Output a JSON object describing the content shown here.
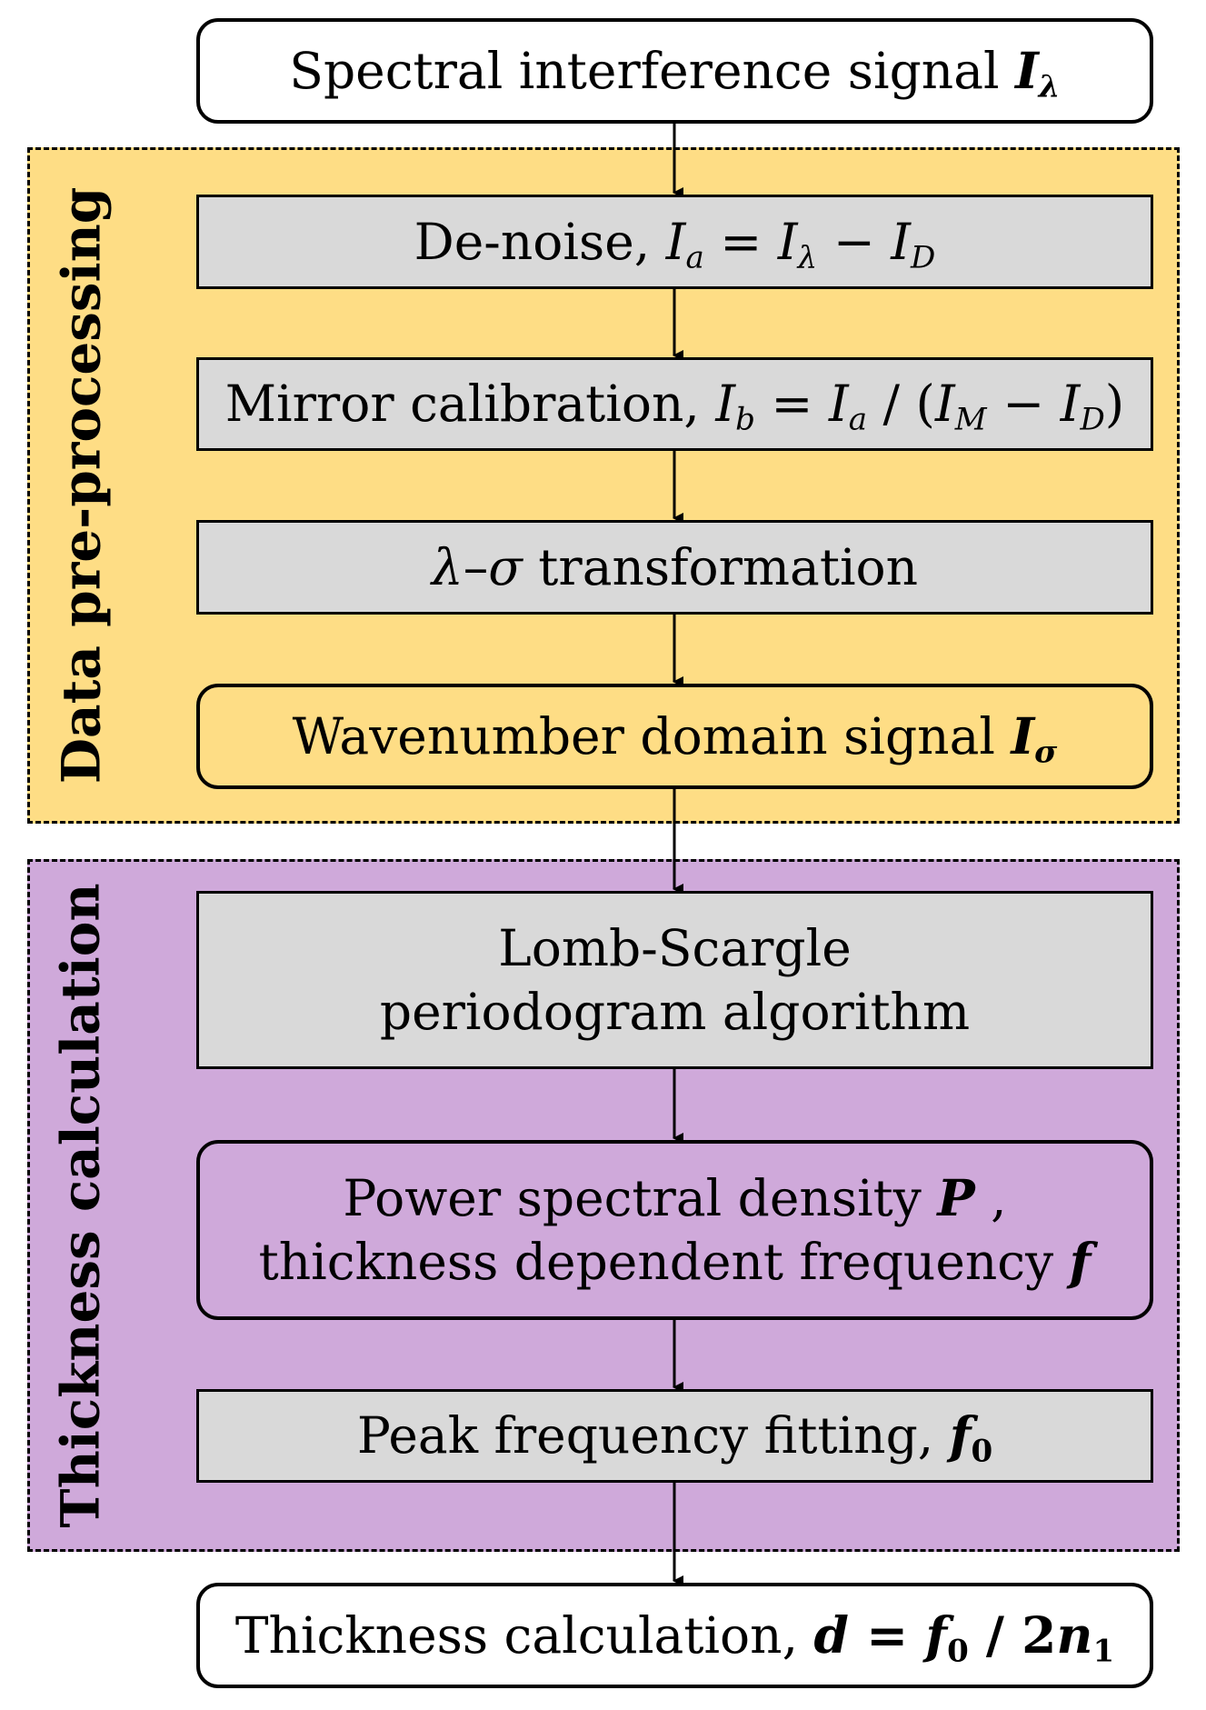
{
  "colors": {
    "preprocessing_bg": "#fedd85",
    "thickness_bg": "#cfa9da",
    "step_box_bg": "#d9d9d9",
    "io_box_bg": "#ffffff",
    "stroke": "#000000"
  },
  "groups": {
    "preprocessing": {
      "label": "Data pre-processing"
    },
    "thickness": {
      "label": "Thickness calculation"
    }
  },
  "nodes": {
    "input": {
      "text": "Spectral interference signal ",
      "symbol": "I",
      "symbol_sub": "λ"
    },
    "denoise": {
      "text": "De-noise, ",
      "lhs": "I",
      "lhs_sub": "a",
      "eq": " = ",
      "term1": "I",
      "term1_sub": "λ",
      "minus": " − ",
      "term2": "I",
      "term2_sub": "D"
    },
    "mirror": {
      "text": "Mirror calibration, ",
      "lhs": "I",
      "lhs_sub": "b",
      "eq": " = ",
      "num": "I",
      "num_sub": "a",
      "div": " / (",
      "d1": "I",
      "d1_sub": "M",
      "minus": " − ",
      "d2": "I",
      "d2_sub": "D",
      "close": ")"
    },
    "transform": {
      "sym1": "λ",
      "dash": "–",
      "sym2": "σ",
      "text": " transformation"
    },
    "wavenumber": {
      "text": "Wavenumber domain signal ",
      "symbol": "I",
      "symbol_sub": "σ"
    },
    "lombscargle": {
      "line1": "Lomb-Scargle",
      "line2": "periodogram algorithm"
    },
    "psd": {
      "line1_text": "Power spectral density ",
      "line1_symbol": "P",
      "line1_tail": " ,",
      "line2_text": "thickness dependent frequency ",
      "line2_symbol": "f"
    },
    "peak": {
      "text": "Peak frequency fitting, ",
      "symbol": "f",
      "symbol_sub": "0"
    },
    "output": {
      "text": "Thickness calculation, ",
      "d": "d",
      "eq": " = ",
      "f": "f",
      "f_sub": "0",
      "div": " / ",
      "two": "2",
      "n": "n",
      "n_sub": "1"
    }
  }
}
